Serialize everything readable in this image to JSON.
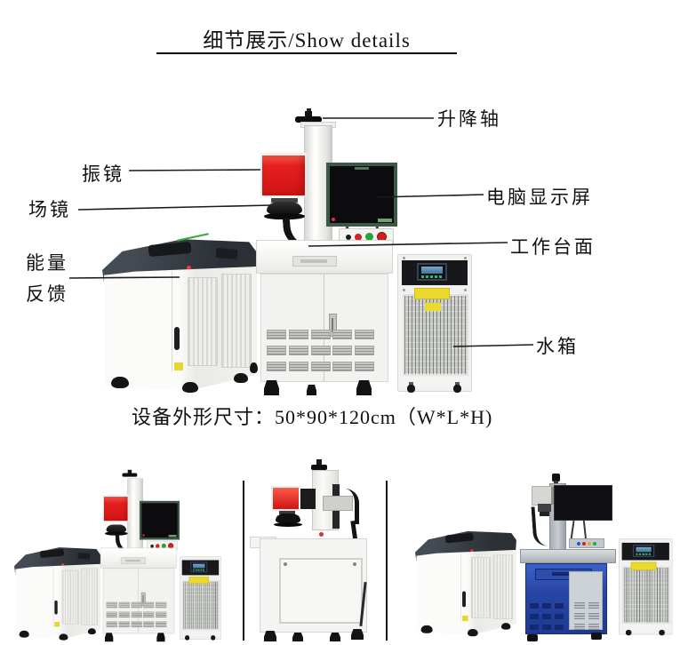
{
  "header": {
    "title": "细节展示/Show details"
  },
  "callouts": {
    "lift_axis": "升降轴",
    "galvanometer": "振镜",
    "field_lens": "场镜",
    "computer_monitor": "电脑显示屏",
    "work_table": "工作台面",
    "energy_feedback_line1": "能量",
    "energy_feedback_line2": "反馈",
    "water_tank": "水箱"
  },
  "spec": {
    "dimensions": "设备外形尺寸：50*90*120cm（W*L*H)"
  },
  "colors": {
    "accent_red": "#e02020",
    "monitor_frame_green": "#3c5847",
    "dark_panel": "#2f343b",
    "blue_cabinet": "#2746a4",
    "sticker_yellow": "#ecd92e",
    "lcd_blue": "#5b8cb0",
    "indicator_lights": [
      "#ff3333",
      "#ffaa22",
      "#33d6cc",
      "#f8f8f8"
    ]
  }
}
